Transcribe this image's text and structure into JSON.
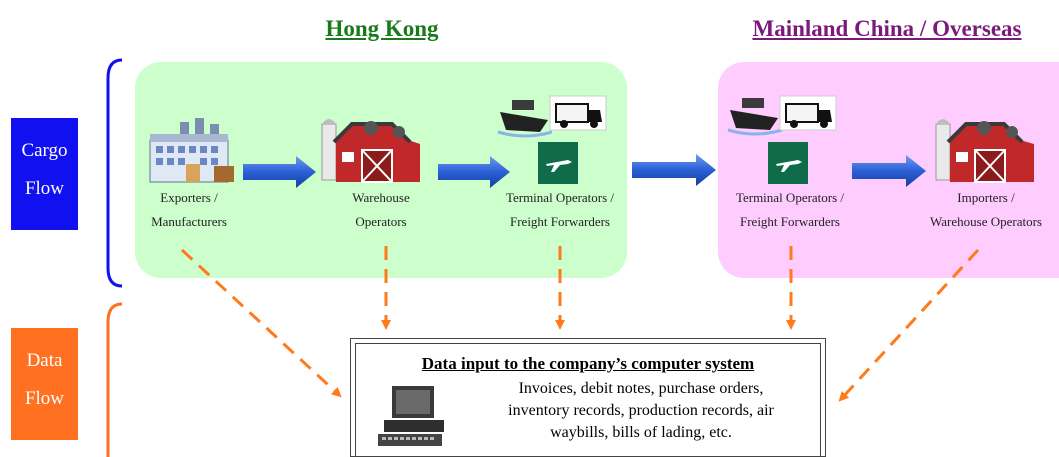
{
  "regions": {
    "hong_kong": "Hong Kong",
    "mainland": "Mainland China / Overseas"
  },
  "side_labels": {
    "cargo": [
      "Cargo",
      "Flow"
    ],
    "data": [
      "Data",
      "Flow"
    ]
  },
  "nodes": {
    "exporters": [
      "Exporters /",
      "Manufacturers"
    ],
    "warehouse": [
      "Warehouse",
      "Operators"
    ],
    "terminal_hk": [
      "Terminal Operators /",
      "Freight Forwarders"
    ],
    "terminal_mc": [
      "Terminal Operators /",
      "Freight Forwarders"
    ],
    "importers": [
      "Importers /",
      "Warehouse Operators"
    ]
  },
  "data_input": {
    "title": "Data input to the company’s computer system",
    "lines": [
      "Invoices, debit notes, purchase orders,",
      "inventory records, production records, air",
      "waybills, bills of lading, etc."
    ]
  },
  "colors": {
    "hk_panel": "#ccffcc",
    "mc_panel": "#ffccff",
    "cargo_box": "#1010f0",
    "data_box": "#ff7020",
    "cargo_arrow": "#2a5fd6",
    "data_arrow": "#ff7a1a",
    "airport_sign": "#0f6b4a"
  },
  "icons": [
    "factory-icon",
    "barn-icon",
    "ship-icon",
    "truck-icon",
    "airplane-sign-icon",
    "computer-icon"
  ]
}
